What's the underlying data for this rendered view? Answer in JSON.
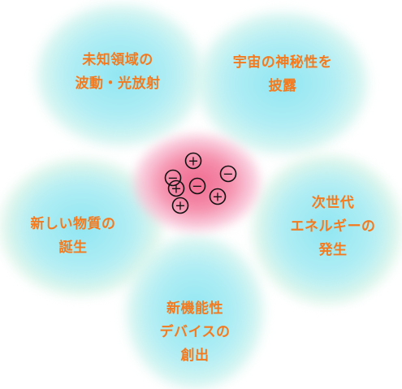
{
  "petals": {
    "top_left": [
      "未知領域の",
      "波動・光放射"
    ],
    "top_right": [
      "宇宙の神秘性を",
      "披露"
    ],
    "left": [
      "新しい物質の",
      "誕生"
    ],
    "right": [
      "次世代",
      "エネルギーの",
      "発生"
    ],
    "bottom": [
      "新機能性",
      "デバイスの",
      "創出"
    ]
  },
  "center": {
    "charges": [
      "+",
      "−",
      "−",
      "+",
      "−",
      "+",
      "+"
    ]
  },
  "colors": {
    "label": "#f47a1f",
    "petal": "#8fe6f2",
    "center": "#f06a8f",
    "charge_stroke": "#111111"
  }
}
